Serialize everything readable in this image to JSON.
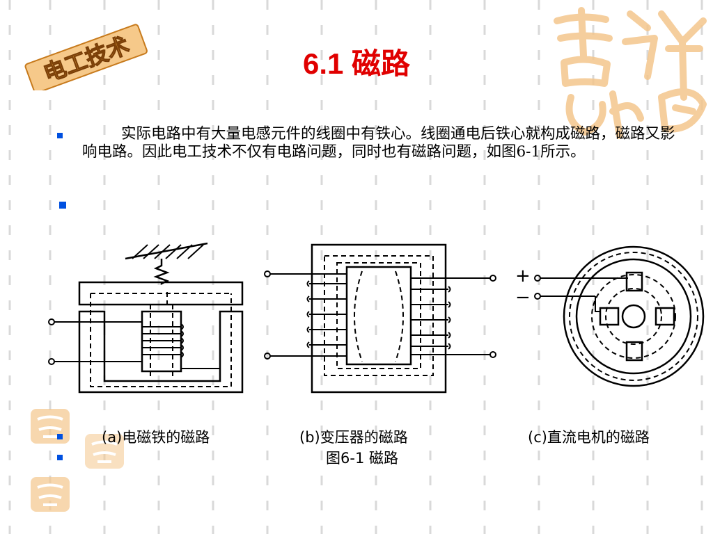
{
  "slide": {
    "badge_text": "电工技术",
    "title": "6.1 磁路",
    "paragraph": "实际电路中有大量电感元件的线圈中有铁心。线圈通电后铁心就构成磁路，磁路又影响电路。因此电工技术不仅有电路问题，同时也有磁路问题，如图6-1所示。",
    "captions": {
      "a": "(a)电磁铁的磁路",
      "b": "(b)变压器的磁路",
      "c": "(c)直流电机的磁路",
      "figure": "图6-1 磁路"
    },
    "motor_labels": {
      "plus": "+",
      "minus": "−"
    }
  },
  "colors": {
    "title": "#e00000",
    "bullet": "#0050e0",
    "badge": "#e8a13a",
    "watermark": "#f4c68c",
    "pattern": "#d9d9d9"
  }
}
